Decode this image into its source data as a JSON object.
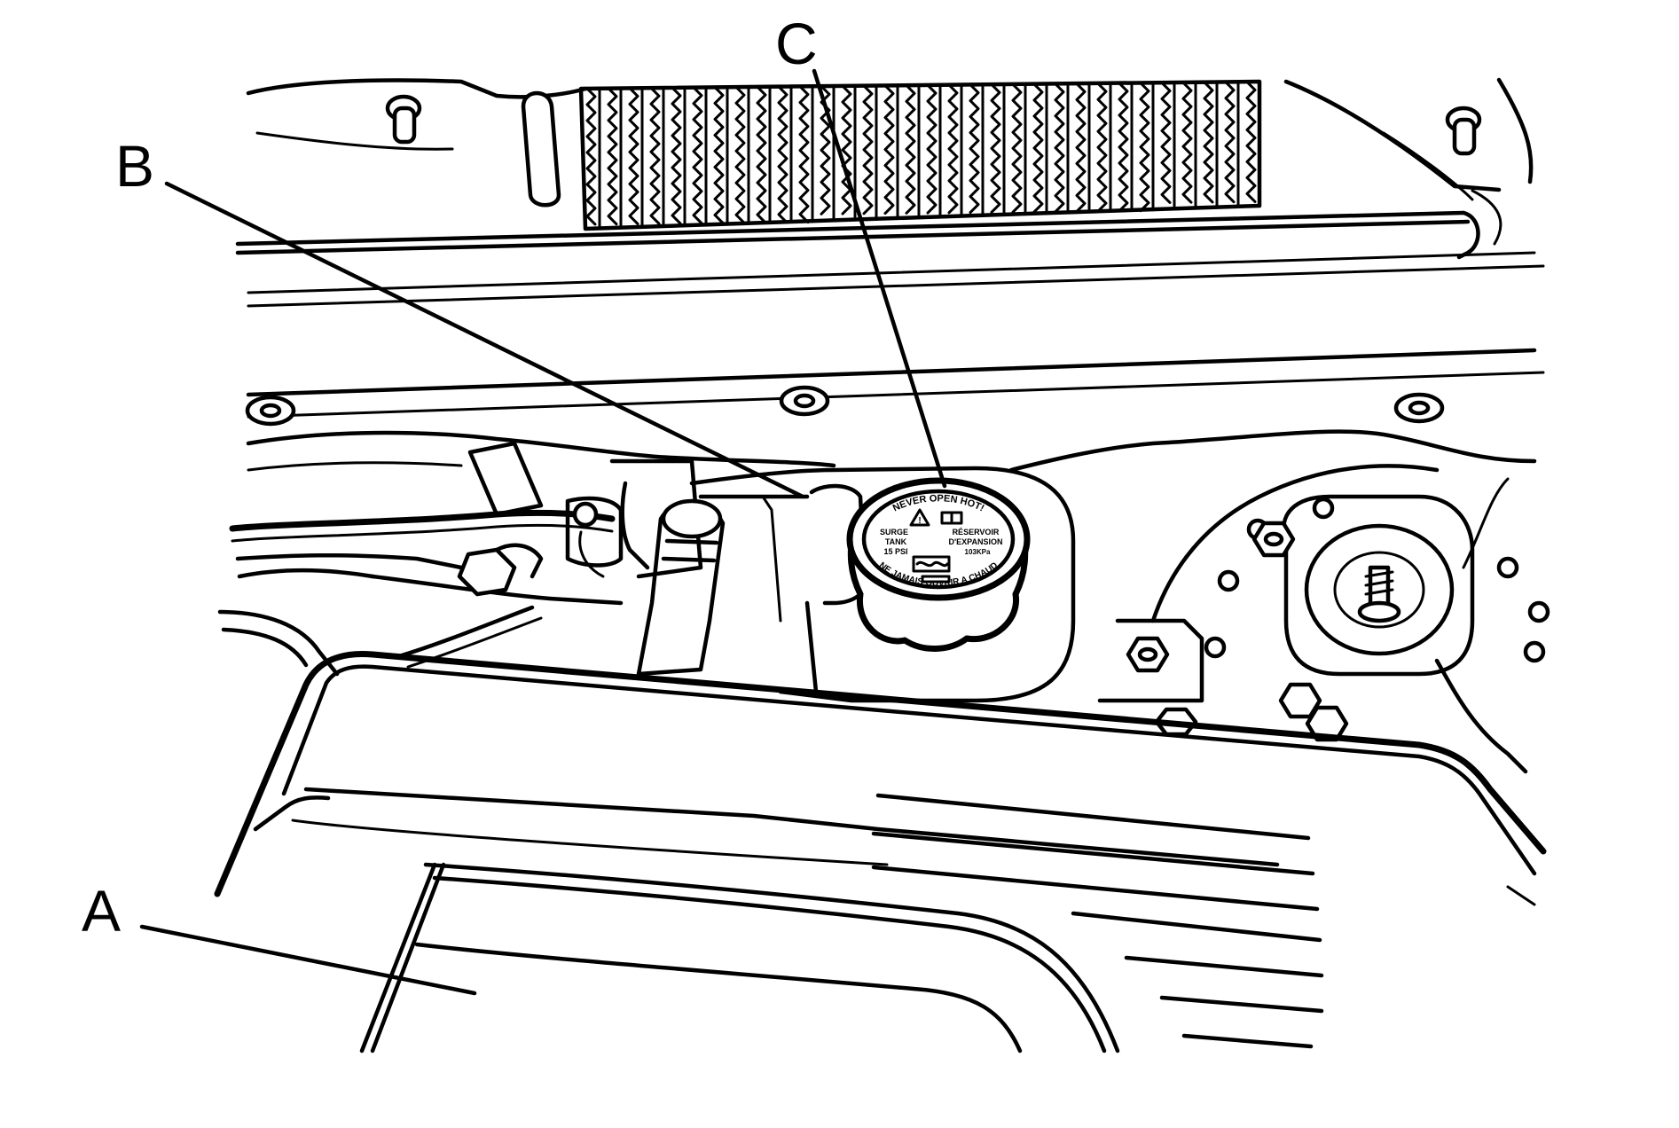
{
  "callouts": {
    "a": "A",
    "b": "B",
    "c": "C"
  },
  "cap": {
    "top_text": "NEVER OPEN HOT!",
    "bottom_text": "NE JAMAIS OUVRIR A CHAUD",
    "left_line1": "SURGE",
    "left_line2": "TANK",
    "left_line3": "15 PSI",
    "right_line1": "RÉSERVOIR",
    "right_line2": "D'EXPANSION",
    "right_line3": "103KPa"
  }
}
